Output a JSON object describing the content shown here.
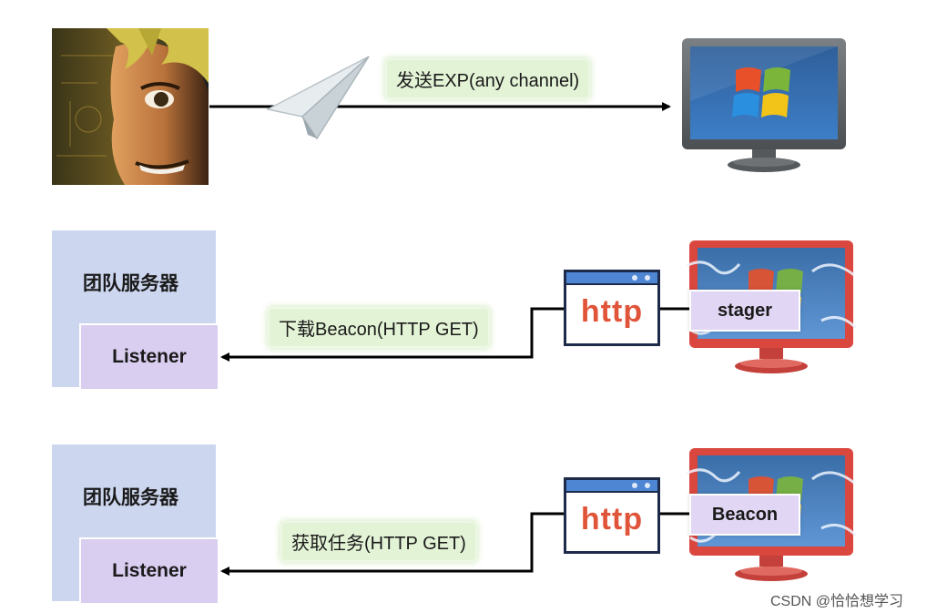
{
  "row1": {
    "label": "发送EXP(any channel)"
  },
  "row2": {
    "server_label": "团队服务器",
    "listener_label": "Listener",
    "label": "下载Beacon(HTTP GET)",
    "http_label": "http",
    "tag_label": "stager"
  },
  "row3": {
    "server_label": "团队服务器",
    "listener_label": "Listener",
    "label": "获取任务(HTTP GET)",
    "http_label": "http",
    "tag_label": "Beacon"
  },
  "watermark": "CSDN @恰恰想学习",
  "colors": {
    "server_box": "#ccd6ee",
    "listener_box": "#d9cdf0",
    "label_bubble": "#e3f3d6",
    "http_text": "#e0553a",
    "http_bar": "#4e86d4",
    "monitor_red": "#d9473f",
    "monitor_gray": "#5f6467"
  },
  "icons": [
    "attacker-avatar-icon",
    "paper-plane-icon",
    "windows-monitor-icon",
    "http-window-icon",
    "infected-monitor-icon"
  ]
}
